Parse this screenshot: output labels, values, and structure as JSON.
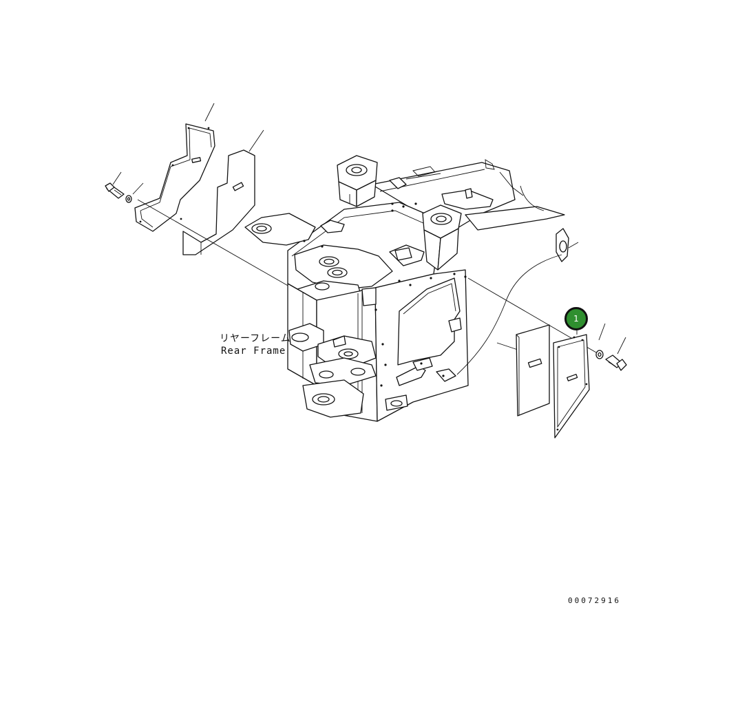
{
  "frame_label": {
    "japanese": "リヤーフレーム",
    "english": "Rear Frame"
  },
  "callout": {
    "number": "1",
    "color": "#2f8f2f"
  },
  "drawing_number": "00072916"
}
